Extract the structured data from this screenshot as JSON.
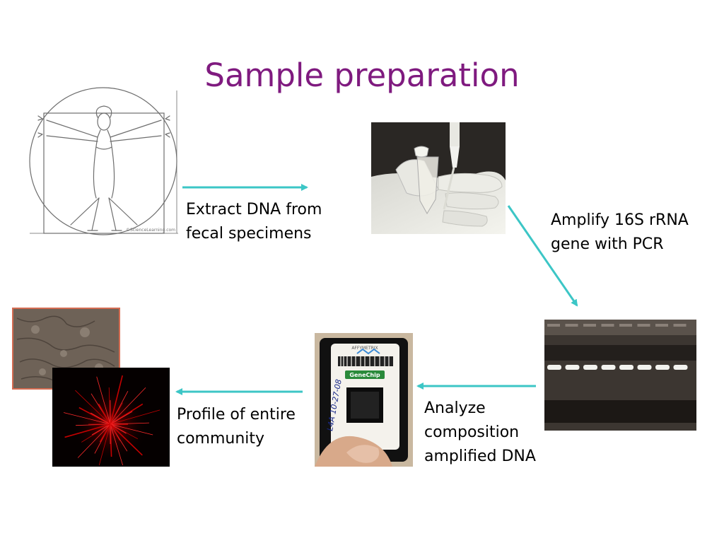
{
  "slide": {
    "title": "Sample preparation"
  },
  "steps": [
    {
      "caption_lines": [
        "Extract DNA from",
        "fecal specimens"
      ]
    },
    {
      "caption_lines": [
        "Amplify 16S rRNA",
        "gene with PCR"
      ]
    },
    {
      "caption_lines": [
        "Analyze",
        "composition",
        "amplified DNA"
      ]
    },
    {
      "caption_lines": [
        "Profile of entire",
        "community"
      ]
    }
  ],
  "images": {
    "vitruvian": {
      "name": "vitruvian-man-drawing",
      "credit": "©ScienceLearning.com"
    },
    "pipette": {
      "name": "pipette-and-tube-photo"
    },
    "gel": {
      "name": "pcr-gel-electrophoresis-photo",
      "lanes": 8
    },
    "genechip": {
      "name": "genechip-microarray-photo",
      "brand": "GeneChip",
      "header": "AFFYMETRIX",
      "handwriting": "L4A 10-27-08"
    },
    "micrograph": {
      "name": "bacteria-micrograph-photo"
    },
    "burst": {
      "name": "red-fluorescence-burst-image"
    }
  },
  "colors": {
    "title": "#7f1a7f",
    "arrow": "#3cc6c6"
  }
}
